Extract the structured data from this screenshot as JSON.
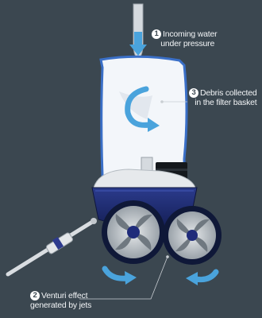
{
  "callouts": [
    {
      "number": "1",
      "line1": "Incoming water",
      "line2": "under pressure"
    },
    {
      "number": "3",
      "line1": "Debris collected",
      "line2": "in the filter basket"
    },
    {
      "number": "2",
      "line1": "Venturi effect",
      "line2": "generated by jets"
    }
  ],
  "colors": {
    "background": "#3b4750",
    "arrow_blue": "#4aa3dc",
    "body_navy": "#1d2a6e",
    "filter_bag": "#f3f6fa",
    "wheel_gray": "#b8bec4"
  }
}
